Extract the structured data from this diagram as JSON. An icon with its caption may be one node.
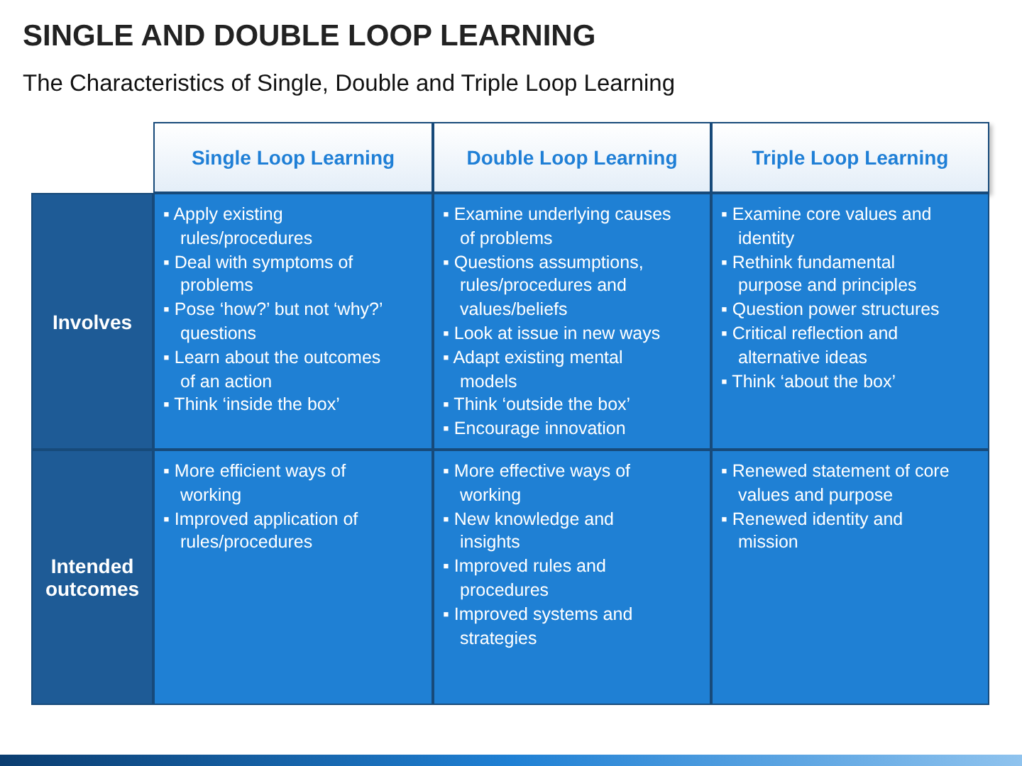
{
  "diagram": {
    "title": "SINGLE AND DOUBLE LOOP LEARNING",
    "labels": [
      "The Characteristics of Single, Double and Triple Loop Learning",
      "Single Loop Learning",
      "Double Loop Learning",
      "Triple Loop Learning",
      "Involves",
      "▪ Apply existing rules/procedures",
      "▪ Deal with symptoms of problems",
      "▪ Pose ‘how?’ but not ‘why?’ questions",
      "▪ Learn about the outcomes of an action",
      "▪ Think ‘inside the box’",
      "▪ Examine underlying causes of problems",
      "▪ Questions assumptions, rules/procedures and values/beliefs",
      "▪ Look at issue in new ways",
      "▪ Adapt existing mental models",
      "▪ Think ‘outside the box’",
      "▪ Encourage innovation",
      "▪ Examine core values and identity",
      "▪ Rethink fundamental purpose and principles",
      "▪ Question power structures",
      "▪ Critical reflection and alternative ideas",
      "▪ Think ‘about the box’",
      "Intended outcomes",
      "▪ More efficient ways of working",
      "▪ Improved application of rules/procedures",
      "▪ More effective ways of working",
      "▪ New knowledge and insights",
      "▪ Improved rules and procedures",
      "▪ Improved systems and strategies",
      "▪ Renewed statement of core values and purpose",
      "▪ Renewed identity and mission"
    ]
  }
}
